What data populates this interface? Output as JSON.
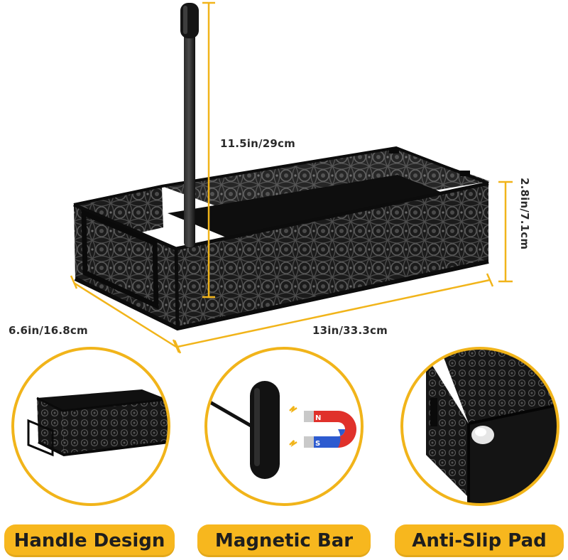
{
  "dimensions": {
    "height": "11.5in/29cm",
    "side": "2.8in/7.1cm",
    "depth": "6.6in/16.8cm",
    "width": "13in/33.3cm"
  },
  "features": [
    {
      "label": "Handle Design"
    },
    {
      "label": "Magnetic Bar"
    },
    {
      "label": "Anti-Slip Pad"
    }
  ],
  "magnet_labels": {
    "north": "N",
    "south": "S"
  },
  "colors": {
    "accent": "#f7b71e",
    "product": "#1a1a1a",
    "magnet_red": "#e0312b",
    "magnet_blue": "#2d5bd0"
  }
}
